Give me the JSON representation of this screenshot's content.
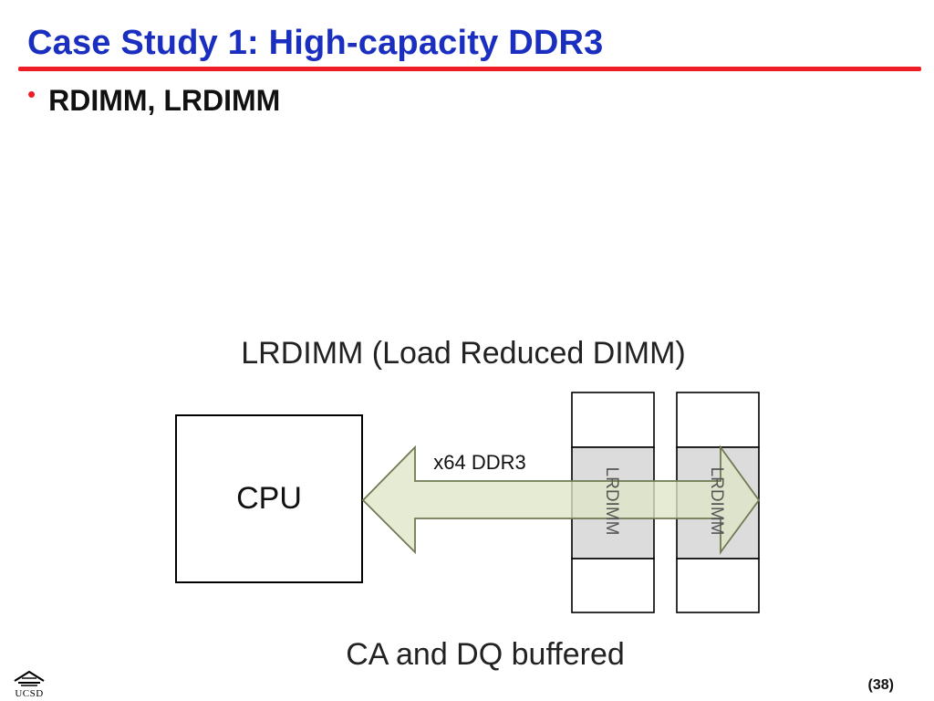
{
  "slide": {
    "title": "Case Study 1: High-capacity DDR3",
    "bullets": [
      {
        "text": "RDIMM, LRDIMM"
      }
    ],
    "page_number": "(38)"
  },
  "logo": {
    "text": "UCSD"
  },
  "diagram": {
    "heading": "LRDIMM (Load Reduced DIMM)",
    "cpu_label": "CPU",
    "bus_label": "x64 DDR3",
    "module_labels": [
      "LRDIMM",
      "LRDIMM"
    ],
    "caption": "CA and DQ buffered",
    "colors": {
      "arrow_fill": "#dfe6c8",
      "arrow_stroke": "#6f7a52",
      "buffer_fill": "#dcdcdc",
      "box_stroke": "#000000"
    }
  }
}
